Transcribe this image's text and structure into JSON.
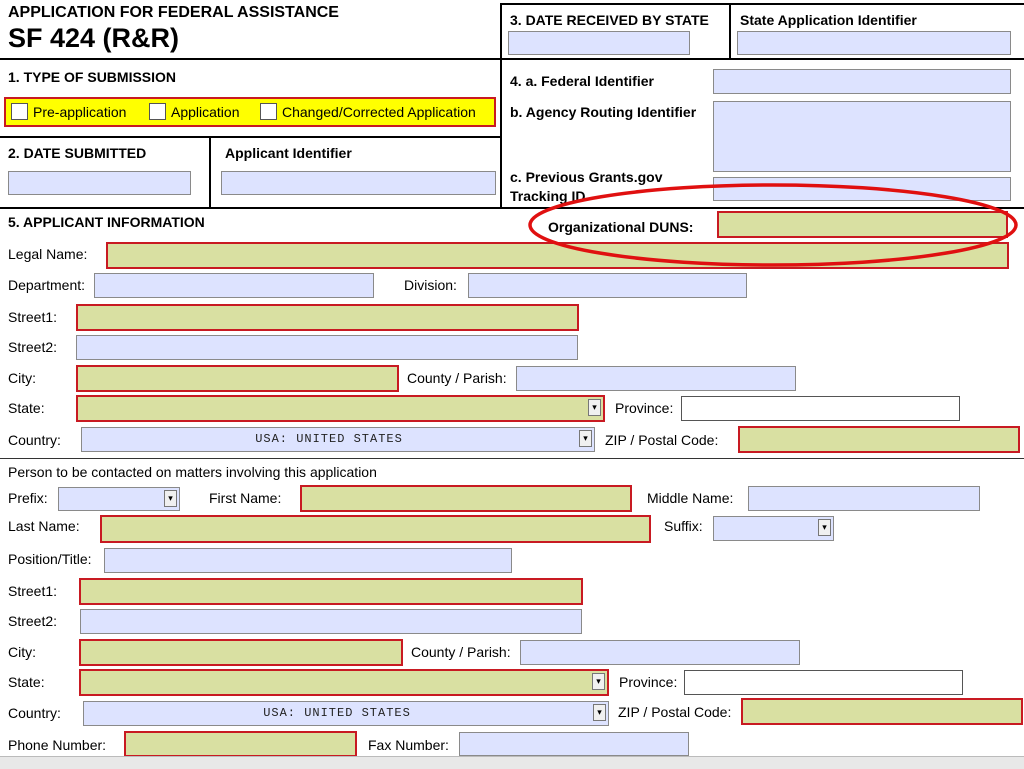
{
  "header": {
    "title": "APPLICATION FOR FEDERAL ASSISTANCE",
    "form_code": "SF 424 (R&R)",
    "date_received_label": "3. DATE RECEIVED BY STATE",
    "state_app_id_label": "State Application Identifier"
  },
  "submission": {
    "label": "1. TYPE OF SUBMISSION",
    "options": [
      "Pre-application",
      "Application",
      "Changed/Corrected Application"
    ]
  },
  "federal": {
    "fed_id_label": "4. a. Federal Identifier",
    "routing_label": "b. Agency Routing Identifier",
    "prev_grants_label_1": "c. Previous Grants.gov",
    "prev_grants_label_2": "Tracking ID"
  },
  "date_submitted": {
    "label": "2. DATE SUBMITTED",
    "applicant_id_label": "Applicant Identifier"
  },
  "applicant": {
    "section_label": "5. APPLICANT INFORMATION",
    "duns_label": "Organizational DUNS:",
    "legal_name": "Legal Name:",
    "department": "Department:",
    "division": "Division:",
    "street1": "Street1:",
    "street2": "Street2:",
    "city": "City:",
    "county": "County / Parish:",
    "state": "State:",
    "province": "Province:",
    "country": "Country:",
    "country_value": "USA: UNITED STATES",
    "zip": "ZIP / Postal Code:"
  },
  "contact": {
    "intro": "Person to be contacted on matters involving this application",
    "prefix": "Prefix:",
    "first_name": "First Name:",
    "middle_name": "Middle Name:",
    "last_name": "Last Name:",
    "suffix": "Suffix:",
    "position": "Position/Title:",
    "street1": "Street1:",
    "street2": "Street2:",
    "city": "City:",
    "county": "County / Parish:",
    "state": "State:",
    "province": "Province:",
    "country": "Country:",
    "country_value": "USA: UNITED STATES",
    "zip": "ZIP / Postal Code:",
    "phone": "Phone Number:",
    "fax": "Fax Number:"
  },
  "icons": {
    "dropdown": "dropdown-arrow-icon"
  },
  "colors": {
    "optional_field": "#dde3ff",
    "required_field": "#d9e0a2",
    "required_border": "#c81a22",
    "highlight": "#ffff00",
    "annotation": "#e01010"
  }
}
